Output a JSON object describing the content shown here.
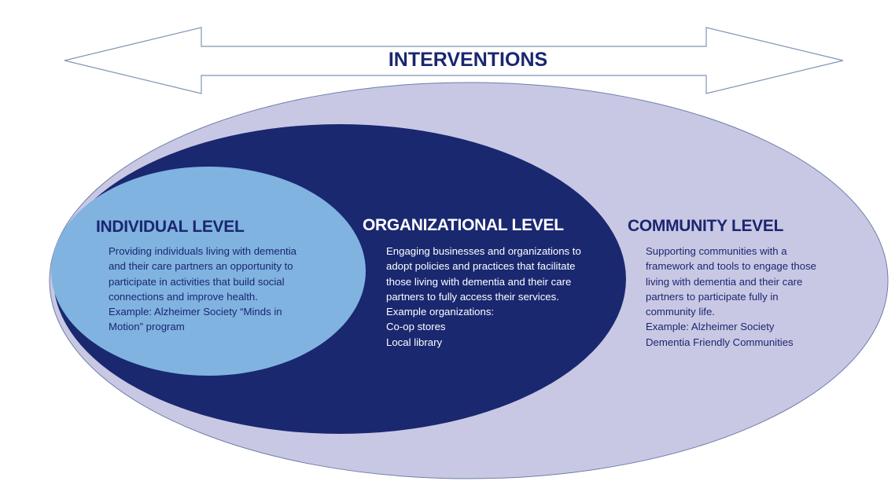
{
  "title": "INTERVENTIONS",
  "colors": {
    "outer": "#c9c8e4",
    "middle": "#1a2870",
    "inner": "#80b3e0",
    "text_dark": "#1b2670"
  },
  "levels": {
    "individual": {
      "heading": "INDIVIDUAL LEVEL",
      "lines": [
        "Providing individuals living with dementia",
        "and their care partners an opportunity  to",
        "participate in activities that build social",
        "connections and improve health.",
        "Example: Alzheimer Society “Minds in",
        "Motion” program"
      ]
    },
    "organizational": {
      "heading": "ORGANIZATIONAL LEVEL",
      "lines": [
        "Engaging businesses and organizations to",
        "adopt policies and practices that facilitate",
        "those living with dementia and their care",
        "partners to fully access their services.",
        "Example organizations:",
        "Co-op stores",
        "Local library"
      ]
    },
    "community": {
      "heading": "COMMUNITY LEVEL",
      "lines": [
        "Supporting communities with a",
        "framework and tools to engage those",
        "living with dementia and their care",
        "partners to participate fully in",
        "community life.",
        "Example: Alzheimer Society",
        "Dementia Friendly Communities"
      ]
    }
  }
}
